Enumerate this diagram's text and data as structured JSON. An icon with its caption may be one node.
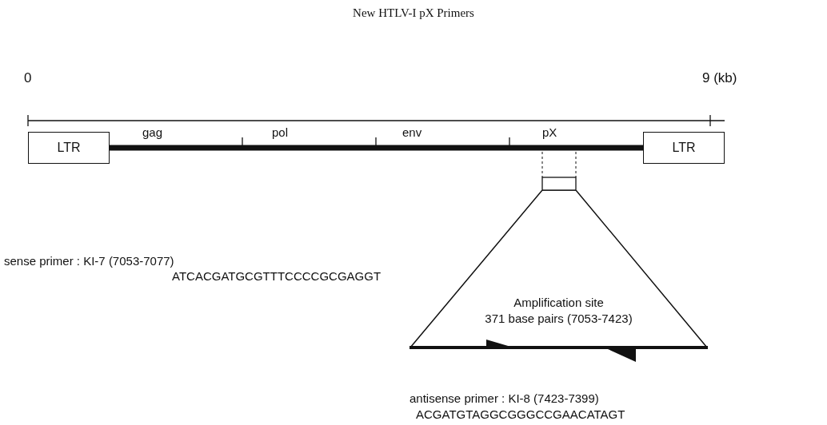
{
  "diagram": {
    "title": "New HTLV-I pX Primers",
    "nodes": [
      {
        "text": [
          "LTR"
        ]
      },
      {
        "text": [
          "LTR"
        ]
      },
      {
        "text": [
          "Amplification site",
          "371 base pairs (7053-7423)"
        ]
      }
    ],
    "edges": [
      {
        "from": 0,
        "to": 1,
        "arrow": "none"
      }
    ],
    "labels": [
      "0",
      "9 (kb)",
      "gag",
      "pol",
      "env",
      "pX",
      "sense primer : KI-7 (7053-7077)",
      "ATCACGATGCGTTTCCCCGCGAGGT",
      "antisense primer : KI-8 (7423-7399)",
      "ACGATGTAGGCGGGCCGAACATAGT"
    ]
  }
}
